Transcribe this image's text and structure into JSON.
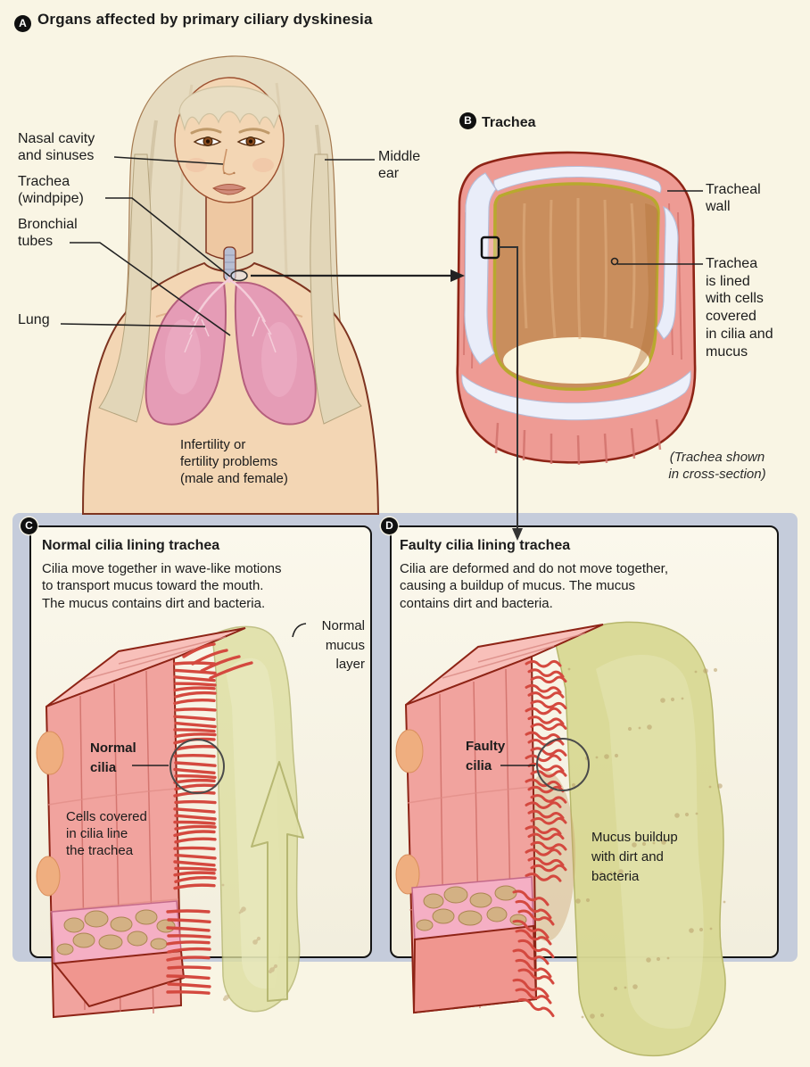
{
  "header": {
    "badge": "A",
    "title": "Organs affected by primary ciliary dyskinesia"
  },
  "figureA": {
    "labels": {
      "nasal": "Nasal cavity\nand sinuses",
      "trachea": "Trachea\n(windpipe)",
      "bronchial": "Bronchial\ntubes",
      "lung": "Lung",
      "middle_ear": "Middle\near",
      "infertility": "Infertility or\nfertility problems\n(male and female)"
    }
  },
  "figureB": {
    "badge": "B",
    "title": "Trachea",
    "labels": {
      "tracheal_wall": "Tracheal\nwall",
      "lining": "Trachea\nis lined\nwith cells\ncovered\nin cilia and\nmucus",
      "caption": "(Trachea shown\nin cross-section)"
    }
  },
  "panelC": {
    "badge": "C",
    "title": "Normal cilia lining trachea",
    "body": "Cilia move together in wave-like motions\nto transport mucus toward the mouth.\nThe mucus contains dirt and bacteria.",
    "labels": {
      "mucus_layer": "Normal\nmucus\nlayer",
      "cilia": "Normal\ncilia",
      "cells": "Cells covered\nin cilia line\nthe trachea"
    }
  },
  "panelD": {
    "badge": "D",
    "title": "Faulty cilia lining trachea",
    "body": "Cilia are deformed and do not move together,\ncausing a buildup of mucus. The mucus\ncontains dirt and bacteria.",
    "labels": {
      "cilia": "Faulty\ncilia",
      "mucus": "Mucus buildup\nwith dirt and\nbacteria"
    }
  },
  "colors": {
    "page_bg": "#f9f5e4",
    "section_bg": "#c5ccdb",
    "panel_bg": "#faf7e9",
    "panel_border": "#141414",
    "text": "#1c1c1c",
    "outline_red": "#8e2416",
    "tissue_pink": "#f2a7a1",
    "tissue_pink_light": "#f8c0ba",
    "cilia_red": "#d4493f",
    "mucus_green": "#dcdd9e",
    "cartilage_white": "#e9edf9",
    "cavity_tan": "#c98e5d",
    "lung_pink": "#e59cb6",
    "skin": "#f3d6b4",
    "hair": "#e6dbc0"
  }
}
